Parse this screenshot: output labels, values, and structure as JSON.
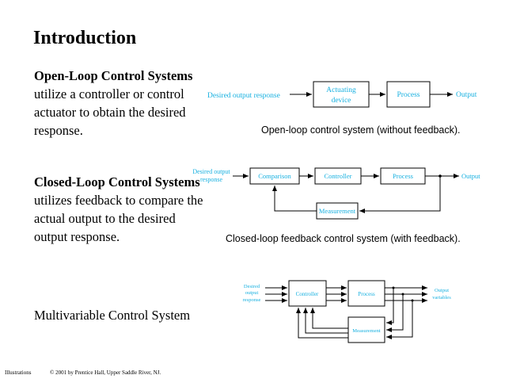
{
  "slide": {
    "title": "Introduction",
    "open_loop": {
      "heading": "Open-Loop Control Systems",
      "text": " utilize a controller or control actuator to obtain the desired response."
    },
    "closed_loop": {
      "heading": "Closed-Loop Control Systems",
      "text": " utilizes feedback to compare the actual output to the desired output response."
    },
    "multivariable": {
      "text": "Multivariable Control System"
    }
  },
  "diagram1": {
    "input": "Desired output response",
    "actuating_1": "Actuating",
    "actuating_2": "device",
    "process": "Process",
    "output": "Output",
    "caption": "Open-loop control system (without feedback)."
  },
  "diagram2": {
    "input_1": "Desired output",
    "input_2": "response",
    "comparison": "Comparison",
    "controller": "Controller",
    "process": "Process",
    "output": "Output",
    "measurement": "Measurement",
    "caption": "Closed-loop feedback control system (with feedback)."
  },
  "diagram3": {
    "input_1": "Desired",
    "input_2": "output",
    "input_3": "response",
    "controller": "Controller",
    "process": "Process",
    "output_1": "Output",
    "output_2": "variables",
    "measurement": "Measurement"
  },
  "footer": {
    "left": "Illustrations",
    "right": "© 2001 by Prentice Hall, Upper Saddle River, NJ."
  },
  "colors": {
    "block_text": "#17b0e0",
    "line": "#000000"
  }
}
